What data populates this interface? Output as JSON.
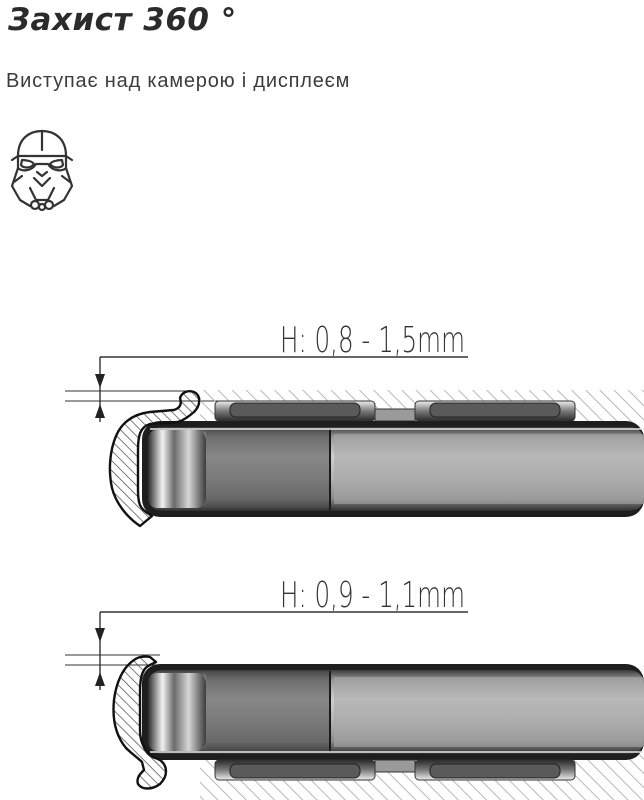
{
  "header": {
    "title": "Захист 360 °",
    "subtitle": "Виступає над камерою і дисплеєм"
  },
  "icons": {
    "logo": "helmet-logo-icon"
  },
  "diagrams": [
    {
      "name": "camera-side",
      "dimension_label": "H: 0,8 - 1,5mm"
    },
    {
      "name": "display-side",
      "dimension_label": "H: 0,9 - 1,1mm"
    }
  ],
  "colors": {
    "text": "#2b2b2b",
    "outline": "#222222",
    "hatch": "#bdbdbd",
    "metal_dark": "#4a4a4a",
    "metal_light": "#dcdcdc"
  }
}
